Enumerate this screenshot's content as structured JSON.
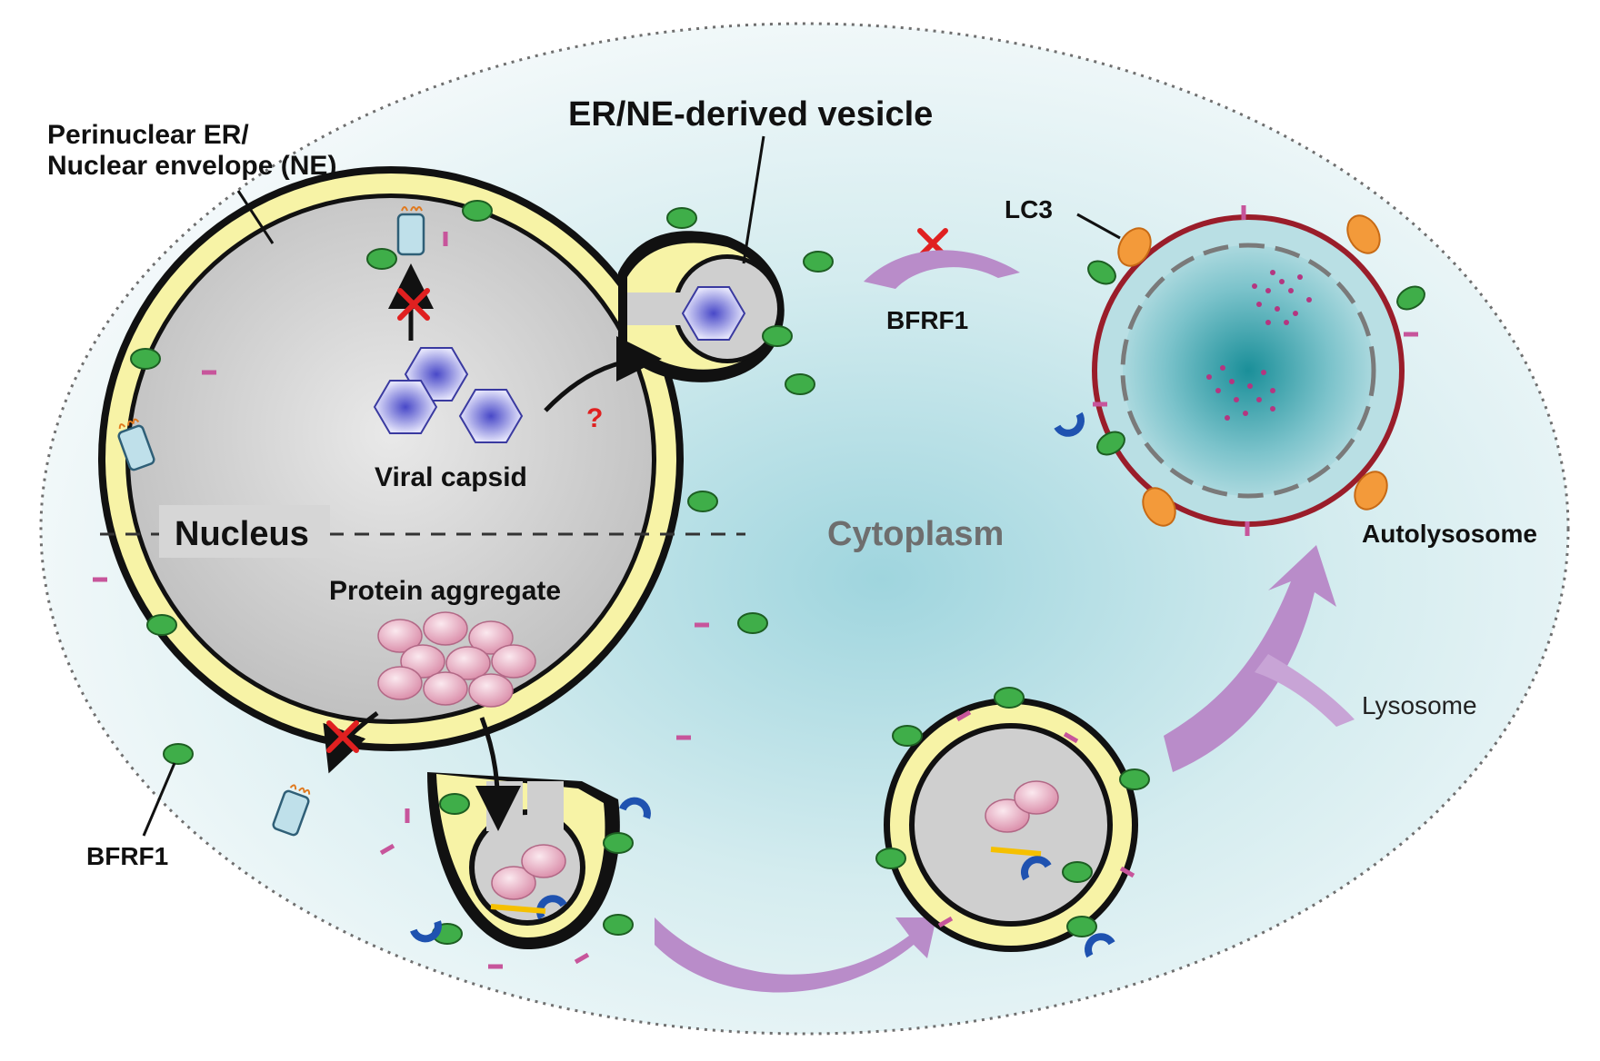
{
  "labels": {
    "perinuclear_line1": "Perinuclear ER/",
    "perinuclear_line2": "Nuclear envelope (NE)",
    "er_ne_vesicle": "ER/NE-derived vesicle",
    "lc3": "LC3",
    "bfrf1_top": "BFRF1",
    "bfrf1_bottom": "BFRF1",
    "viral_capsid": "Viral capsid",
    "nucleus": "Nucleus",
    "cytoplasm": "Cytoplasm",
    "protein_aggregate": "Protein aggregate",
    "autolysosome": "Autolysosome",
    "lysosome": "Lysosome",
    "question_mark": "?"
  },
  "colors": {
    "membrane_yellow": "#f7f3a6",
    "nucleus_gray": "#cfcfcf",
    "bfrf1_green": "#3fae49",
    "lc3_orange": "#f39a3a",
    "pore_teal": "#bfe0ea",
    "arrow_purple": "#b98cc9",
    "aggregate_pink": "#e8b4c6",
    "capsid_blue": "#8e8ed6",
    "cytoplasm_cyan": "#cfe9ee",
    "autolysosome_rim": "#9a1d2a",
    "inhibit_red": "#e02020"
  },
  "icons": {
    "bfrf1": "green-oval-icon",
    "lc3": "orange-oval-icon",
    "pore": "nuclear-pore-icon",
    "receptor": "blue-receptor-icon",
    "inhibit": "red-x-icon"
  }
}
